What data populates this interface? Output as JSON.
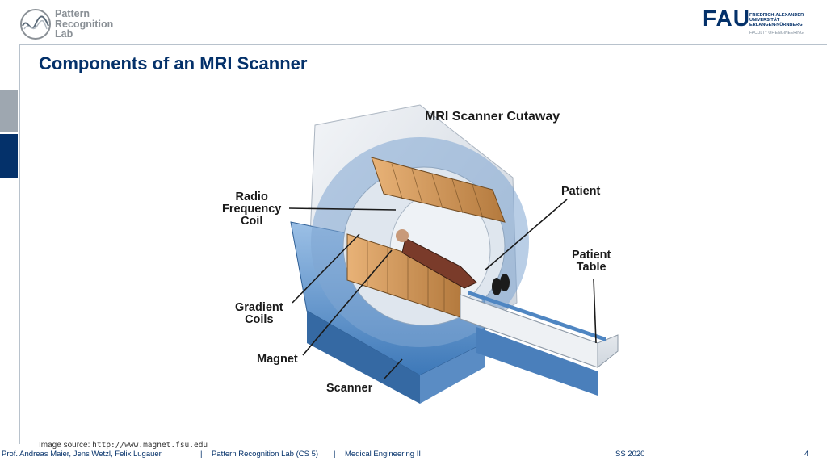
{
  "header": {
    "lab_logo_lines": [
      "Pattern",
      "Recognition",
      "Lab"
    ],
    "fau": {
      "mark": "FAU",
      "lines": [
        "FRIEDRICH-ALEXANDER",
        "UNIVERSITÄT",
        "ERLANGEN-NÜRNBERG"
      ],
      "faculty": "FACULTY OF ENGINEERING"
    }
  },
  "slide": {
    "title": "Components of an MRI Scanner"
  },
  "figure": {
    "title": "MRI Scanner Cutaway",
    "labels": {
      "rf_coil": [
        "Radio",
        "Frequency",
        "Coil"
      ],
      "patient": "Patient",
      "patient_table": [
        "Patient",
        "Table"
      ],
      "gradient_coils": [
        "Gradient",
        "Coils"
      ],
      "magnet": "Magnet",
      "scanner": "Scanner"
    }
  },
  "image_source": {
    "prefix": "Image source: ",
    "url": "http://www.magnet.fsu.edu"
  },
  "footer": {
    "authors": "Prof. Andreas Maier, Jens Wetzl, Felix Lugauer",
    "sep1": "|",
    "lab": "Pattern Recognition Lab (CS 5)",
    "sep2": "|",
    "course": "Medical Engineering II",
    "term": "SS 2020",
    "page": "4"
  }
}
